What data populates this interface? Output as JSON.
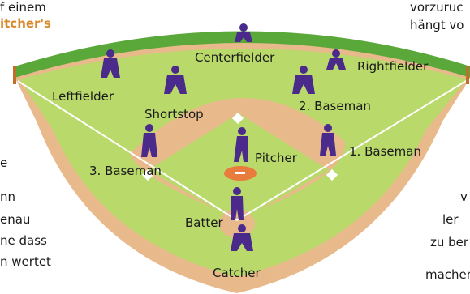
{
  "side_text": {
    "top_left": "f einem",
    "top_left_bold": "itcher's",
    "left_1": "e",
    "left_2": "nn",
    "left_3": "enau",
    "left_4": "ne dass",
    "left_5": "n wertet",
    "top_right_1": "vorzuruc",
    "top_right_2": "hängt vo",
    "right_1": "v",
    "right_2": "ler",
    "right_3": "zu ber",
    "right_4": "machen."
  },
  "positions": {
    "centerfielder": "Centerfielder",
    "rightfielder": "Rightfielder",
    "leftfielder": "Leftfielder",
    "shortstop": "Shortstop",
    "second_baseman": "2. Baseman",
    "pitcher": "Pitcher",
    "first_baseman": "1. Baseman",
    "third_baseman": "3. Baseman",
    "batter": "Batter",
    "catcher": "Catcher"
  },
  "colors": {
    "grass": "#b9d96b",
    "infield_dirt": "#e8b98a",
    "outfield_wall": "#5aa83a",
    "players": "#4a2a8a",
    "accent_text": "#d9892b"
  }
}
